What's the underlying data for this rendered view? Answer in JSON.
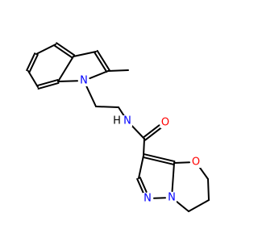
{
  "molecule": {
    "colors": {
      "bond": "#000000",
      "carbon": "#000000",
      "nitrogen": "#0000ff",
      "oxygen": "#ff0000",
      "hydrogen": "#000000"
    },
    "atoms": [
      {
        "id": "c_methyl",
        "element": "C",
        "label": ""
      },
      {
        "id": "c_ind2",
        "element": "C",
        "label": ""
      },
      {
        "id": "c_ind3",
        "element": "C",
        "label": ""
      },
      {
        "id": "c_ind3a",
        "element": "C",
        "label": ""
      },
      {
        "id": "c_ind4",
        "element": "C",
        "label": ""
      },
      {
        "id": "c_ind5",
        "element": "C",
        "label": ""
      },
      {
        "id": "c_ind6",
        "element": "C",
        "label": ""
      },
      {
        "id": "c_ind7",
        "element": "C",
        "label": ""
      },
      {
        "id": "c_ind7a",
        "element": "C",
        "label": ""
      },
      {
        "id": "n_ind1",
        "element": "N",
        "label": "N"
      },
      {
        "id": "c_ethyl1",
        "element": "C",
        "label": ""
      },
      {
        "id": "c_ethyl2",
        "element": "C",
        "label": ""
      },
      {
        "id": "n_amide",
        "element": "N",
        "label": "N"
      },
      {
        "id": "h_amide",
        "element": "H",
        "label": "H"
      },
      {
        "id": "c_carbonyl",
        "element": "C",
        "label": ""
      },
      {
        "id": "o_carbonyl",
        "element": "O",
        "label": "O"
      },
      {
        "id": "c_pz3",
        "element": "C",
        "label": ""
      },
      {
        "id": "c_pz2",
        "element": "C",
        "label": ""
      },
      {
        "id": "n_pz1",
        "element": "N",
        "label": "N"
      },
      {
        "id": "n_pz7a",
        "element": "N",
        "label": "N"
      },
      {
        "id": "c_pz3a",
        "element": "C",
        "label": ""
      },
      {
        "id": "o_ring",
        "element": "O",
        "label": "O"
      },
      {
        "id": "c_ox5",
        "element": "C",
        "label": ""
      },
      {
        "id": "c_ox6",
        "element": "C",
        "label": ""
      },
      {
        "id": "c_ox7",
        "element": "C",
        "label": ""
      }
    ],
    "bonds": [
      {
        "from": "c_methyl",
        "to": "c_ind2",
        "order": 1
      },
      {
        "from": "c_ind2",
        "to": "c_ind3",
        "order": 2
      },
      {
        "from": "c_ind3",
        "to": "c_ind3a",
        "order": 1
      },
      {
        "from": "c_ind3a",
        "to": "c_ind4",
        "order": 2
      },
      {
        "from": "c_ind4",
        "to": "c_ind5",
        "order": 1
      },
      {
        "from": "c_ind5",
        "to": "c_ind6",
        "order": 2
      },
      {
        "from": "c_ind6",
        "to": "c_ind7",
        "order": 1
      },
      {
        "from": "c_ind7",
        "to": "c_ind7a",
        "order": 2
      },
      {
        "from": "c_ind7a",
        "to": "c_ind3a",
        "order": 1
      },
      {
        "from": "c_ind7a",
        "to": "n_ind1",
        "order": 1
      },
      {
        "from": "n_ind1",
        "to": "c_ind2",
        "order": 1
      },
      {
        "from": "n_ind1",
        "to": "c_ethyl1",
        "order": 1
      },
      {
        "from": "c_ethyl1",
        "to": "c_ethyl2",
        "order": 1
      },
      {
        "from": "c_ethyl2",
        "to": "n_amide",
        "order": 1
      },
      {
        "from": "n_amide",
        "to": "c_carbonyl",
        "order": 1
      },
      {
        "from": "c_carbonyl",
        "to": "o_carbonyl",
        "order": 2
      },
      {
        "from": "c_carbonyl",
        "to": "c_pz3",
        "order": 1
      },
      {
        "from": "c_pz3",
        "to": "c_pz2",
        "order": 1
      },
      {
        "from": "c_pz2",
        "to": "n_pz1",
        "order": 2
      },
      {
        "from": "n_pz1",
        "to": "n_pz7a",
        "order": 1
      },
      {
        "from": "n_pz7a",
        "to": "c_pz3a",
        "order": 1
      },
      {
        "from": "c_pz3a",
        "to": "c_pz3",
        "order": 2
      },
      {
        "from": "c_pz3a",
        "to": "o_ring",
        "order": 1
      },
      {
        "from": "o_ring",
        "to": "c_ox5",
        "order": 1
      },
      {
        "from": "c_ox5",
        "to": "c_ox6",
        "order": 1
      },
      {
        "from": "c_ox6",
        "to": "c_ox7",
        "order": 1
      },
      {
        "from": "c_ox7",
        "to": "n_pz7a",
        "order": 1
      }
    ]
  }
}
